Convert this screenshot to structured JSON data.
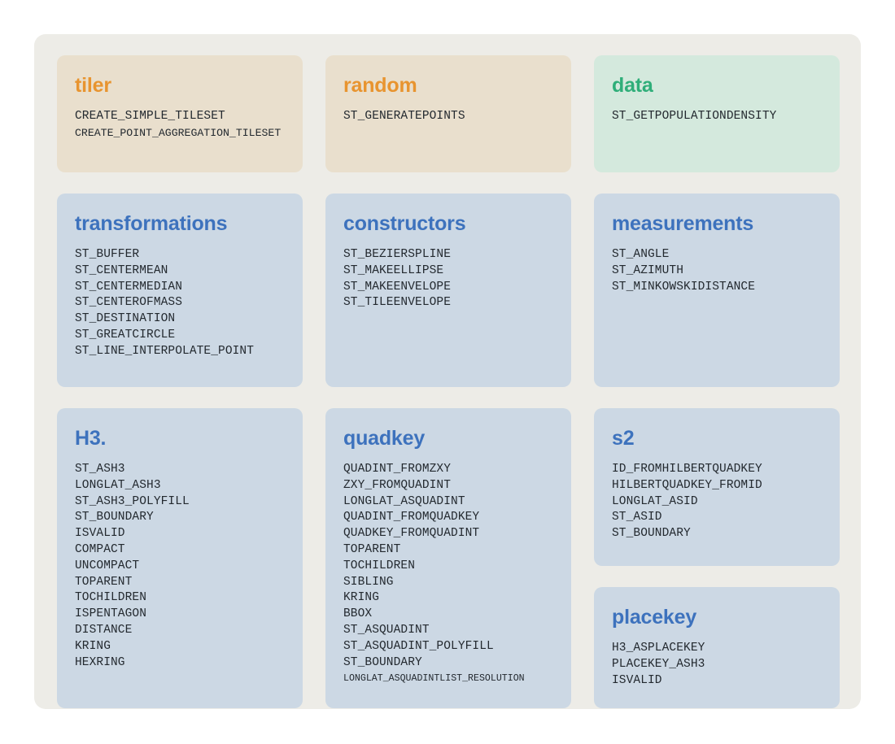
{
  "page": {
    "background": "#ffffff",
    "panel_background": "#edece7"
  },
  "palette": {
    "beige_card": "#e9dfcd",
    "green_card": "#d4e9dd",
    "blue_card": "#ccd8e4",
    "orange_title": "#e8942f",
    "green_title": "#2fae79",
    "blue_title": "#3d72bd",
    "body_text": "#23292f"
  },
  "columns": [
    {
      "cards": [
        {
          "id": "tiler",
          "title": "tiler",
          "theme": "beige",
          "title_color": "orange",
          "row": "row1",
          "functions": [
            {
              "name": "CREATE_SIMPLE_TILESET",
              "scale": "normal"
            },
            {
              "name": "CREATE_POINT_AGGREGATION_TILESET",
              "scale": "small"
            }
          ]
        },
        {
          "id": "transformations",
          "title": "transformations",
          "theme": "blue",
          "title_color": "blue",
          "row": "row2",
          "functions": [
            {
              "name": "ST_BUFFER",
              "scale": "normal"
            },
            {
              "name": "ST_CENTERMEAN",
              "scale": "normal"
            },
            {
              "name": "ST_CENTERMEDIAN",
              "scale": "normal"
            },
            {
              "name": "ST_CENTEROFMASS",
              "scale": "normal"
            },
            {
              "name": "ST_DESTINATION",
              "scale": "normal"
            },
            {
              "name": "ST_GREATCIRCLE",
              "scale": "normal"
            },
            {
              "name": "ST_LINE_INTERPOLATE_POINT",
              "scale": "normal"
            }
          ]
        },
        {
          "id": "h3",
          "title": "H3.",
          "theme": "blue",
          "title_color": "blue",
          "row": "row3-tall",
          "functions": [
            {
              "name": "ST_ASH3",
              "scale": "normal"
            },
            {
              "name": "LONGLAT_ASH3",
              "scale": "normal"
            },
            {
              "name": "ST_ASH3_POLYFILL",
              "scale": "normal"
            },
            {
              "name": "ST_BOUNDARY",
              "scale": "normal"
            },
            {
              "name": "ISVALID",
              "scale": "normal"
            },
            {
              "name": "COMPACT",
              "scale": "normal"
            },
            {
              "name": "UNCOMPACT",
              "scale": "normal"
            },
            {
              "name": "TOPARENT",
              "scale": "normal"
            },
            {
              "name": "TOCHILDREN",
              "scale": "normal"
            },
            {
              "name": "ISPENTAGON",
              "scale": "normal"
            },
            {
              "name": "DISTANCE",
              "scale": "normal"
            },
            {
              "name": "KRING",
              "scale": "normal"
            },
            {
              "name": "HEXRING",
              "scale": "normal"
            }
          ]
        }
      ]
    },
    {
      "cards": [
        {
          "id": "random",
          "title": "random",
          "theme": "beige",
          "title_color": "orange",
          "row": "row1",
          "functions": [
            {
              "name": "ST_GENERATEPOINTS",
              "scale": "normal"
            }
          ]
        },
        {
          "id": "constructors",
          "title": "constructors",
          "theme": "blue",
          "title_color": "blue",
          "row": "row2",
          "functions": [
            {
              "name": "ST_BEZIERSPLINE",
              "scale": "normal"
            },
            {
              "name": "ST_MAKEELLIPSE",
              "scale": "normal"
            },
            {
              "name": "ST_MAKEENVELOPE",
              "scale": "normal"
            },
            {
              "name": "ST_TILEENVELOPE",
              "scale": "normal"
            }
          ]
        },
        {
          "id": "quadkey",
          "title": "quadkey",
          "theme": "blue",
          "title_color": "blue",
          "row": "row3-tall",
          "functions": [
            {
              "name": "QUADINT_FROMZXY",
              "scale": "normal"
            },
            {
              "name": "ZXY_FROMQUADINT",
              "scale": "normal"
            },
            {
              "name": "LONGLAT_ASQUADINT",
              "scale": "normal"
            },
            {
              "name": "QUADINT_FROMQUADKEY",
              "scale": "normal"
            },
            {
              "name": "QUADKEY_FROMQUADINT",
              "scale": "normal"
            },
            {
              "name": "TOPARENT",
              "scale": "normal"
            },
            {
              "name": "TOCHILDREN",
              "scale": "normal"
            },
            {
              "name": "SIBLING",
              "scale": "normal"
            },
            {
              "name": "KRING",
              "scale": "normal"
            },
            {
              "name": "BBOX",
              "scale": "normal"
            },
            {
              "name": "ST_ASQUADINT",
              "scale": "normal"
            },
            {
              "name": "ST_ASQUADINT_POLYFILL",
              "scale": "normal"
            },
            {
              "name": "ST_BOUNDARY",
              "scale": "normal"
            },
            {
              "name": "LONGLAT_ASQUADINTLIST_RESOLUTION",
              "scale": "tiny"
            }
          ]
        }
      ]
    },
    {
      "cards": [
        {
          "id": "data",
          "title": "data",
          "theme": "green",
          "title_color": "green",
          "row": "row1",
          "functions": [
            {
              "name": "ST_GETPOPULATIONDENSITY",
              "scale": "normal"
            }
          ]
        },
        {
          "id": "measurements",
          "title": "measurements",
          "theme": "blue",
          "title_color": "blue",
          "row": "row2",
          "functions": [
            {
              "name": "ST_ANGLE",
              "scale": "normal"
            },
            {
              "name": "ST_AZIMUTH",
              "scale": "normal"
            },
            {
              "name": "ST_MINKOWSKIDISTANCE",
              "scale": "normal"
            }
          ]
        },
        {
          "id": "s2",
          "title": "s2",
          "theme": "blue",
          "title_color": "blue",
          "row": "row3-s2",
          "functions": [
            {
              "name": "ID_FROMHILBERTQUADKEY",
              "scale": "normal"
            },
            {
              "name": "HILBERTQUADKEY_FROMID",
              "scale": "normal"
            },
            {
              "name": "LONGLAT_ASID",
              "scale": "normal"
            },
            {
              "name": "ST_ASID",
              "scale": "normal"
            },
            {
              "name": "ST_BOUNDARY",
              "scale": "normal"
            }
          ]
        },
        {
          "id": "placekey",
          "title": "placekey",
          "theme": "blue",
          "title_color": "blue",
          "row": "row3-pk",
          "functions": [
            {
              "name": "H3_ASPLACEKEY",
              "scale": "normal"
            },
            {
              "name": "PLACEKEY_ASH3",
              "scale": "normal"
            },
            {
              "name": "ISVALID",
              "scale": "normal"
            }
          ]
        }
      ]
    }
  ]
}
